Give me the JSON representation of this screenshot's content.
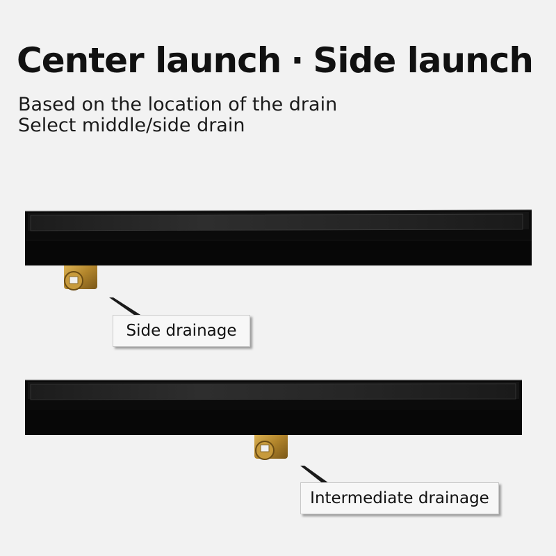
{
  "headline": {
    "left": "Center launch",
    "separator": "·",
    "right": "Side launch"
  },
  "subtitle": {
    "line1": "Based on the location of the drain",
    "line2": "Select middle/side drain"
  },
  "labels": {
    "side": "Side drainage",
    "intermediate": "Intermediate drainage"
  },
  "colors": {
    "background": "#f2f2f2",
    "drain_body": "#0d0d0d",
    "drain_outlet": "#b58a2e"
  }
}
